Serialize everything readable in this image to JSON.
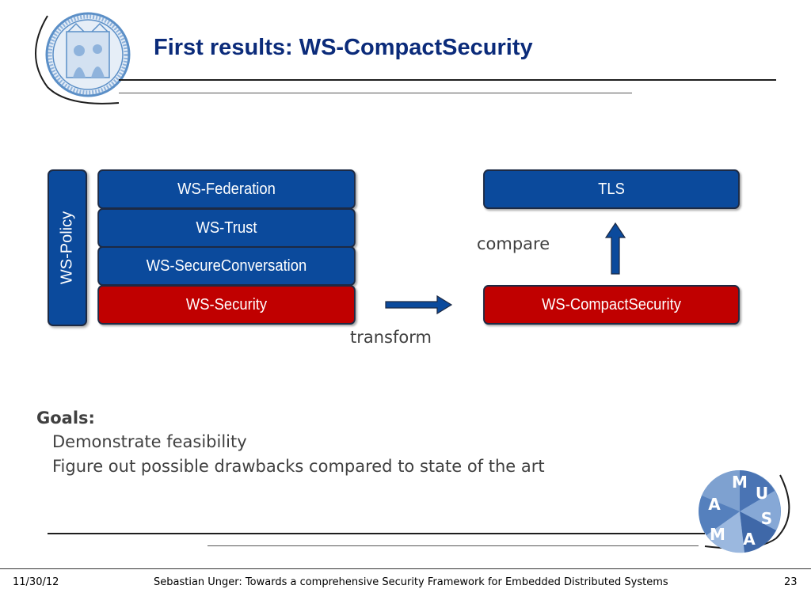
{
  "header": {
    "title": "First results: WS-CompactSecurity"
  },
  "diagram": {
    "policy_label": "WS-Policy",
    "stack": [
      "WS-Federation",
      "WS-Trust",
      "WS-SecureConversation",
      "WS-Security"
    ],
    "target_top": "TLS",
    "target_bottom": "WS-CompactSecurity",
    "transform_label": "transform",
    "compare_label": "compare",
    "colors": {
      "blue": "#0b4a9c",
      "red": "#c00000"
    }
  },
  "goals": {
    "heading": "Goals:",
    "items": [
      "Demonstrate feasibility",
      "Figure out possible drawbacks compared to state of the art"
    ]
  },
  "logo": {
    "letters": "MUSAMA"
  },
  "footer": {
    "date": "11/30/12",
    "caption": "Sebastian Unger: Towards a comprehensive Security Framework for Embedded Distributed Systems",
    "page": "23"
  }
}
